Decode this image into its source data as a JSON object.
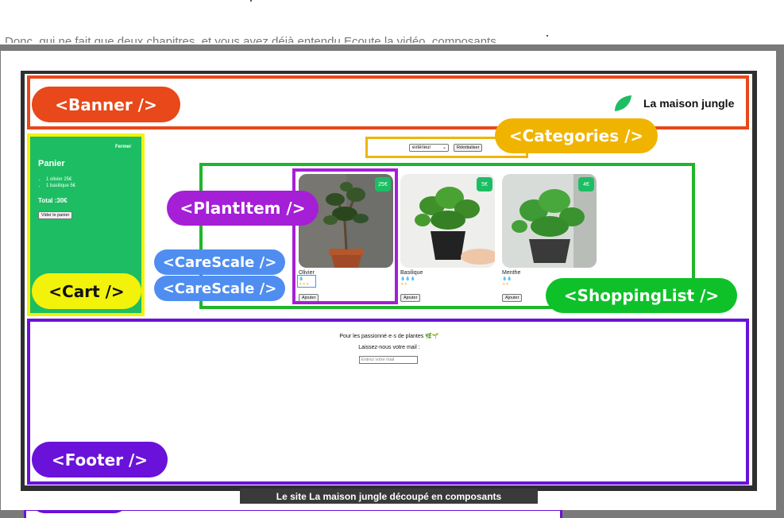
{
  "page": {
    "cut_text": "Donc, qui ne fait que deux chapitres, et vous avez déjà entendu Ecoute la vidéo, composants",
    "caption": "Le site La maison jungle découpé en composants"
  },
  "labels": {
    "banner": "<Banner />",
    "categories": "<Categories />",
    "plant_item": "<PlantItem />",
    "care_scale_1": "<CareScale />",
    "care_scale_2": "<CareScale />",
    "cart": "<Cart />",
    "shopping_list": "<ShoppingList />",
    "footer": "<Footer />"
  },
  "banner": {
    "title": "La maison jungle",
    "logo_icon": "leaf-icon"
  },
  "cart": {
    "close_label": "Fermer",
    "title": "Panier",
    "items": [
      "1 olivier 25€",
      "1 basilique 5€"
    ],
    "total": "Total :30€",
    "empty_label": "Vider le panier"
  },
  "categories": {
    "selected": "extérieur",
    "reset_label": "Réinitialiser"
  },
  "plants": [
    {
      "name": "Olivier",
      "price": "25€",
      "water": "💧",
      "light": "☀☀☀",
      "add_label": "Ajouter"
    },
    {
      "name": "Basilique",
      "price": "5€",
      "water": "💧💧💧",
      "light": "☀☀",
      "add_label": "Ajouter"
    },
    {
      "name": "Menthe",
      "price": "4€",
      "water": "💧💧",
      "light": "☀☀",
      "add_label": "Ajouter"
    }
  ],
  "footer": {
    "line1": "Pour les passionné·e·s de plantes 🌿🌱",
    "line2": "Laissez-nous votre mail :",
    "input_placeholder": "Entrez votre mail"
  },
  "colors": {
    "banner": "#e8481a",
    "cart": "#1dbd63",
    "cart_border": "#f2f20a",
    "categories": "#f0b400",
    "plant_item": "#a51fd6",
    "care_scale": "#4f8ef0",
    "shopping_list": "#20b52a",
    "footer": "#6a12d9"
  }
}
